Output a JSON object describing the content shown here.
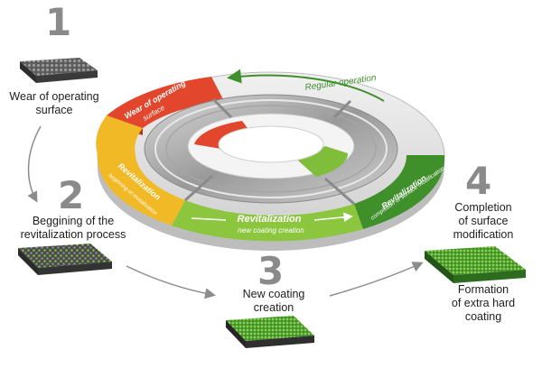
{
  "steps": [
    {
      "number": "1",
      "caption_line1": "Wear of operating",
      "caption_line2": "surface"
    },
    {
      "number": "2",
      "caption_line1": "Beggining of the",
      "caption_line2": "revitalization process"
    },
    {
      "number": "3",
      "caption_line1": "New coating",
      "caption_line2": "creation"
    },
    {
      "number": "4",
      "caption_line1": "Completion",
      "caption_line2": "of surface",
      "caption_line3": "modification"
    }
  ],
  "result_caption": {
    "line1": "Formation",
    "line2": "of extra hard",
    "line3": "coating"
  },
  "ring": {
    "regular_operation": "Regular operation",
    "wear_line1": "Wear of operating",
    "wear_line2": "surface",
    "revitalization_start": "Revitalization",
    "revitalization_start_sub": "beginning of revitalization",
    "revitalization_main": "Revitalization",
    "revitalization_main_sub": "new coating creation",
    "revitalization_end": "Revitalization",
    "revitalization_end_sub": "completion of surface modification"
  },
  "colors": {
    "red": "#e2472d",
    "yellow": "#f2b927",
    "green": "#7fbd3b",
    "dark_green": "#3f8f2a",
    "grey_ring": "#e4e4e4",
    "number_grey": "#8a8a8a"
  },
  "icons": [
    "worn-surface-sample",
    "early-revitalization-sample",
    "new-coating-sample",
    "hard-coating-sample"
  ]
}
